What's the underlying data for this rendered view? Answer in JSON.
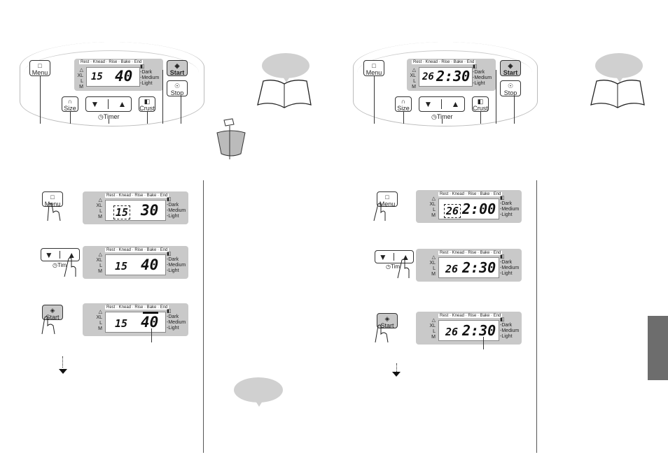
{
  "panel": {
    "menu_label": "Menu",
    "size_label": "Size",
    "crust_label": "Crust",
    "start_label": "Start",
    "stop_label": "Stop",
    "timer_label": "Timer",
    "stages": "Rest · Knead · Rise · Bake · End",
    "sizes": [
      "XL",
      "L",
      "M"
    ],
    "crusts": [
      "Dark",
      "Medium",
      "Light"
    ]
  },
  "left": {
    "top_display": {
      "num": "15",
      "time": "40"
    },
    "step1": {
      "num": "15",
      "time": "30"
    },
    "step2": {
      "num": "15",
      "time": "40",
      "timer_label": "Tim"
    },
    "step3": {
      "num": "15",
      "time": "40"
    }
  },
  "right": {
    "top_display": {
      "num": "26",
      "time": "2:30"
    },
    "step1": {
      "num": "26",
      "time": "2:00"
    },
    "step2": {
      "num": "26",
      "time": "2:30",
      "timer_label": "Tim"
    },
    "step3": {
      "num": "26",
      "time": "2:30"
    }
  },
  "colors": {
    "lcd_bg": "#c9c9c9",
    "bubble": "#d0d0d0",
    "tab": "#6d6d6d"
  }
}
